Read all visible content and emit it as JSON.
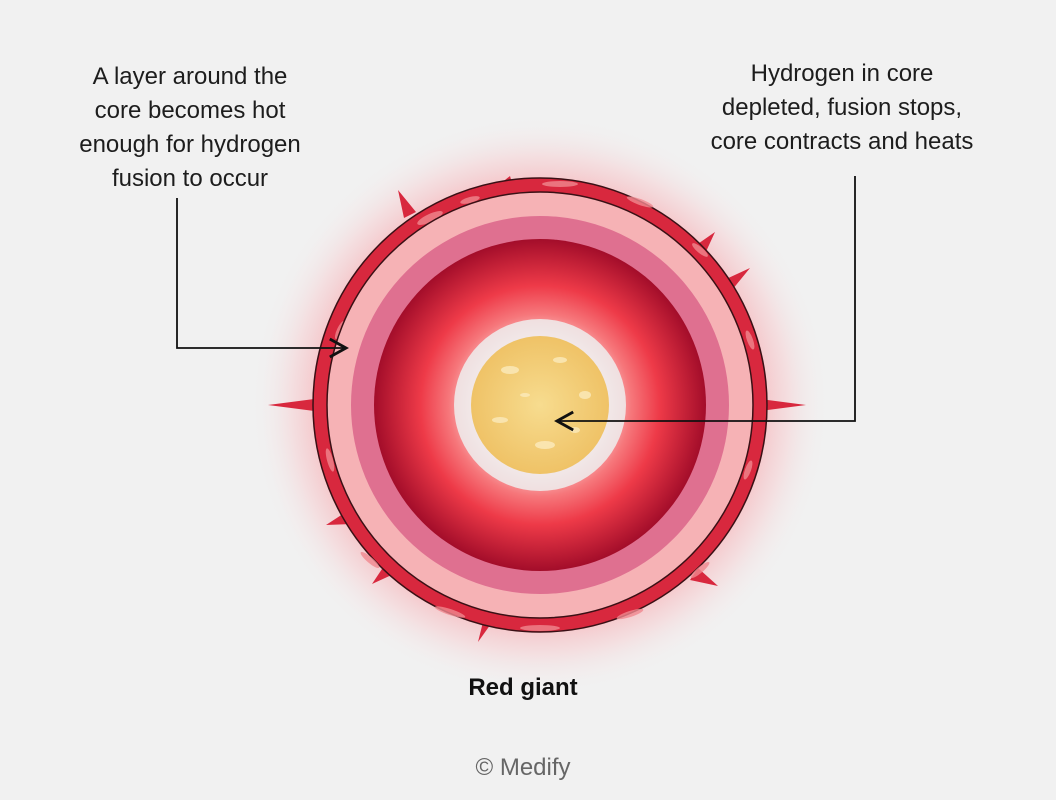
{
  "labels": {
    "outer_layer": "A layer around the\ncore becomes hot\nenough for hydrogen\nfusion to occur",
    "core": "Hydrogen in core\ndepleted, fusion stops,\ncore contracts and heats"
  },
  "caption": "Red giant",
  "credit": "© Medify",
  "colors": {
    "background": "#f1f1f1",
    "outer_shell": "#d8283e",
    "pink_layer": "#f6b2b5",
    "mauve_layer": "#df7090",
    "inner_red": "#b3102a",
    "core": "#f5d27c"
  },
  "icons": [
    "red-giant-illustration",
    "arrow-left-icon"
  ]
}
